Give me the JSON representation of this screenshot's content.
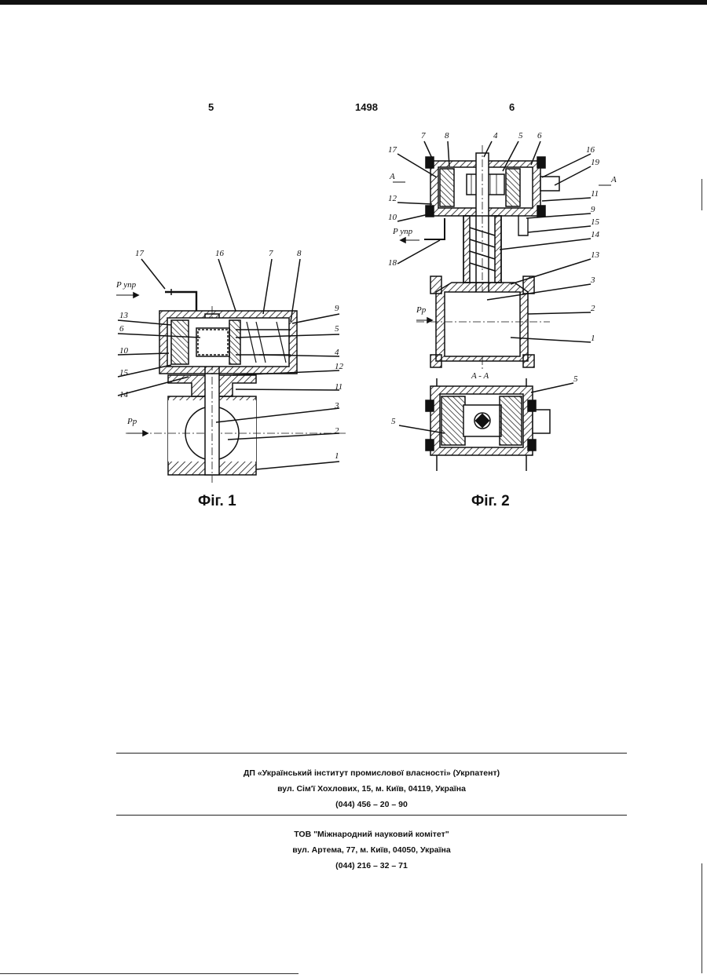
{
  "header": {
    "page_left": "5",
    "patent_number": "1498",
    "page_right": "6"
  },
  "fig1": {
    "caption": "Фіг. 1",
    "labels": {
      "n17": "17",
      "n16": "16",
      "n7": "7",
      "n8": "8",
      "n9": "9",
      "n13": "13",
      "n6": "6",
      "n5": "5",
      "n10": "10",
      "n4": "4",
      "n15": "15",
      "n12": "12",
      "n14": "14",
      "n11": "11",
      "n3": "3",
      "n2": "2",
      "n1": "1",
      "pupr": "P упр",
      "pp": "Pр"
    }
  },
  "fig2": {
    "caption": "Фіг. 2",
    "section_label": "A - A",
    "labels": {
      "n7": "7",
      "n8": "8",
      "n4": "4",
      "n5": "5",
      "n6": "6",
      "n16": "16",
      "n17": "17",
      "n19": "19",
      "a_left": "A",
      "a_right": "A",
      "n12": "12",
      "n11": "11",
      "n10": "10",
      "n9": "9",
      "n15": "15",
      "pupr": "P упр",
      "n14": "14",
      "n18": "18",
      "n13": "13",
      "n3": "3",
      "pp": "Pр",
      "n2": "2",
      "n1": "1",
      "s5a": "5",
      "s5b": "5"
    }
  },
  "publisher": {
    "line1": "ДП «Український інститут промислової власності» (Укрпатент)",
    "line2": "вул. Сім'ї Хохлових, 15, м. Київ, 04119, Україна",
    "line3": "(044) 456 – 20 – 90"
  },
  "printer": {
    "line1": "ТОВ \"Міжнародний науковий комітет\"",
    "line2": "вул. Артема, 77, м. Київ, 04050, Україна",
    "line3": "(044) 216 – 32 – 71"
  }
}
